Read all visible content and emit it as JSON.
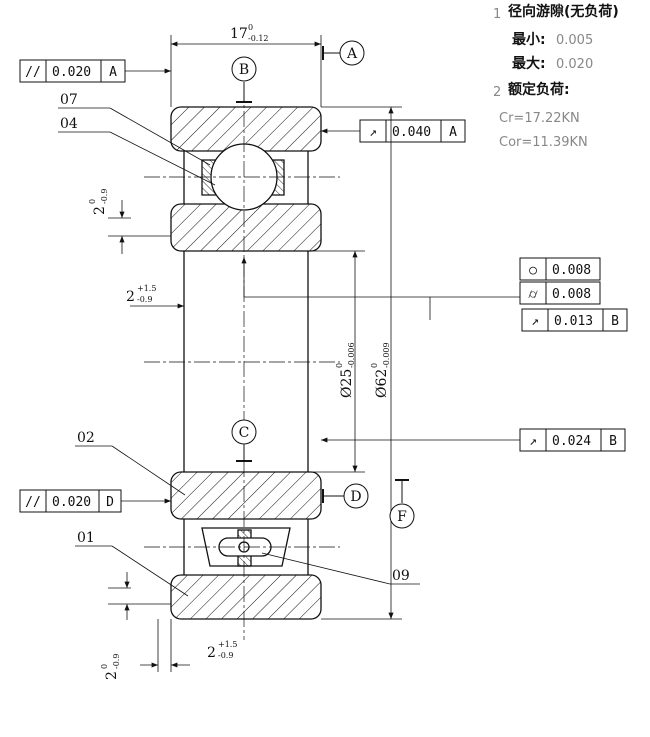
{
  "notes": {
    "n1_num": "1",
    "n1_title": "径向游隙(无负荷)",
    "min_label": "最小:",
    "min_value": "0.005",
    "max_label": "最大:",
    "max_value": "0.020",
    "n2_num": "2",
    "n2_title": "额定负荷:",
    "cr": "Cr=17.22KN",
    "cor": "Cor=11.39KN"
  },
  "dims": {
    "width_main": "17",
    "width_up": "0",
    "width_low": "-0.12",
    "chamfer_main": "2",
    "chamfer_up": "0",
    "chamfer_low": "-0.9",
    "inner_ch_main": "2",
    "inner_ch_up": "+1.5",
    "inner_ch_low": "-0.9",
    "bore_main": "Ø25",
    "bore_up": "0",
    "bore_low": "-0.006",
    "od_main": "Ø62",
    "od_up": "0",
    "od_low": "-0.009"
  },
  "datums": {
    "a": "A",
    "b": "B",
    "c": "C",
    "d": "D",
    "f": "F"
  },
  "parts": {
    "p01": "01",
    "p02": "02",
    "p04": "04",
    "p07": "07",
    "p09": "09"
  },
  "tolerances": {
    "parallel_a": {
      "symbol": "//",
      "value": "0.020",
      "datum": "A"
    },
    "runout_a": {
      "symbol": "↗",
      "value": "0.040",
      "datum": "A"
    },
    "circularity": {
      "symbol": "○",
      "value": "0.008"
    },
    "cylindricity": {
      "symbol": "⌭",
      "value": "0.008"
    },
    "runout_b1": {
      "symbol": "↗",
      "value": "0.013",
      "datum": "B"
    },
    "runout_b2": {
      "symbol": "↗",
      "value": "0.024",
      "datum": "B"
    },
    "parallel_d": {
      "symbol": "//",
      "value": "0.020",
      "datum": "D"
    }
  }
}
